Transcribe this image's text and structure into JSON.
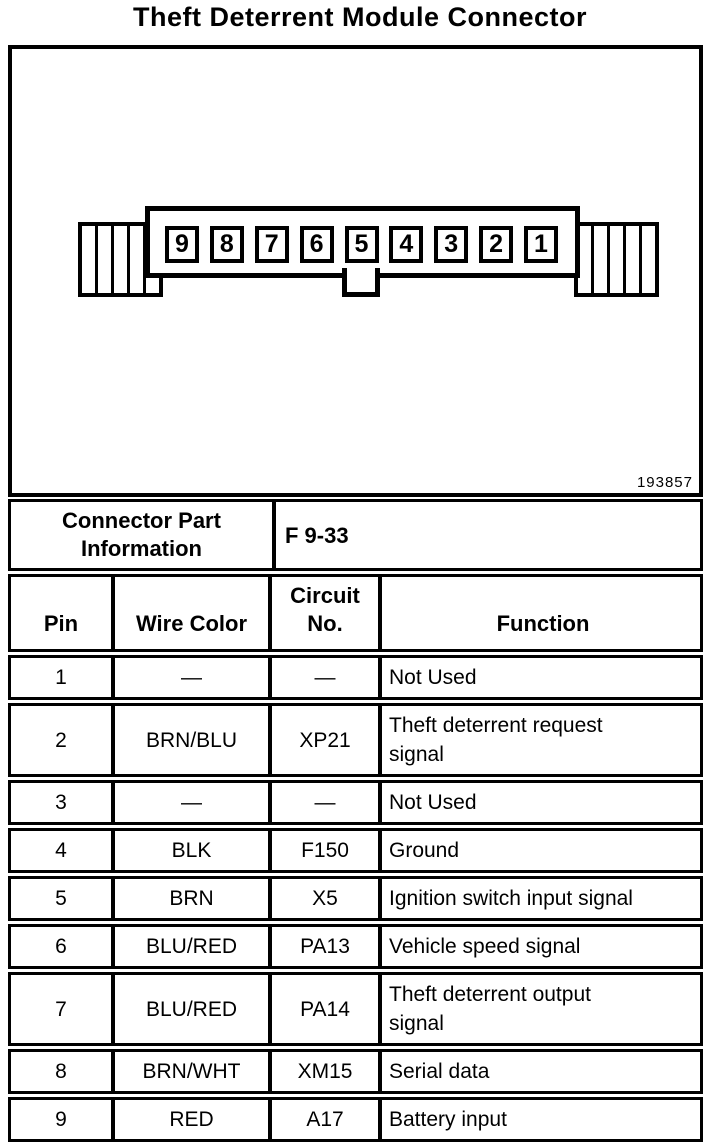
{
  "page": {
    "title": "Theft Deterrent Module Connector"
  },
  "diagram": {
    "pins": [
      "9",
      "8",
      "7",
      "6",
      "5",
      "4",
      "3",
      "2",
      "1"
    ],
    "figure_number": "193857"
  },
  "connector_info": {
    "label": "Connector Part Information",
    "value": "F 9-33"
  },
  "pinout_table": {
    "headers": {
      "pin": "Pin",
      "wire_color": "Wire Color",
      "circuit_no": "Circuit No.",
      "function": "Function"
    },
    "rows": [
      {
        "pin": "1",
        "wire_color": "—",
        "circuit_no": "—",
        "function": "Not Used"
      },
      {
        "pin": "2",
        "wire_color": "BRN/BLU",
        "circuit_no": "XP21",
        "function": "Theft deterrent request signal"
      },
      {
        "pin": "3",
        "wire_color": "—",
        "circuit_no": "—",
        "function": "Not Used"
      },
      {
        "pin": "4",
        "wire_color": "BLK",
        "circuit_no": "F150",
        "function": "Ground"
      },
      {
        "pin": "5",
        "wire_color": "BRN",
        "circuit_no": "X5",
        "function": "Ignition switch input signal"
      },
      {
        "pin": "6",
        "wire_color": "BLU/RED",
        "circuit_no": "PA13",
        "function": "Vehicle speed signal"
      },
      {
        "pin": "7",
        "wire_color": "BLU/RED",
        "circuit_no": "PA14",
        "function": "Theft deterrent output signal"
      },
      {
        "pin": "8",
        "wire_color": "BRN/WHT",
        "circuit_no": "XM15",
        "function": "Serial data"
      },
      {
        "pin": "9",
        "wire_color": "RED",
        "circuit_no": "A17",
        "function": "Battery input"
      }
    ]
  },
  "colors": {
    "ink": "#000000",
    "paper": "#ffffff"
  }
}
